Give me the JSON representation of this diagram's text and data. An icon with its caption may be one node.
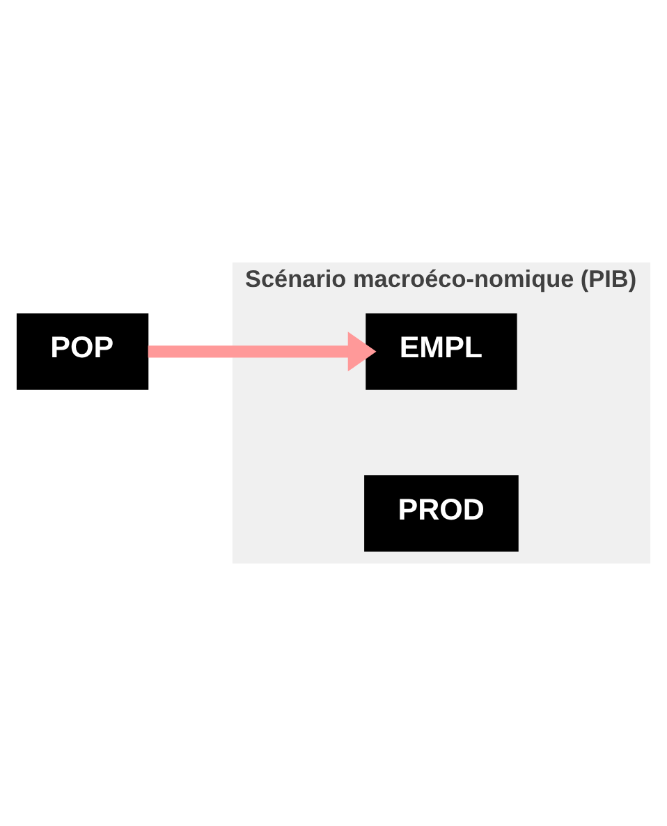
{
  "diagram": {
    "nodes": [
      {
        "text": [
          "POP"
        ]
      },
      {
        "text": [
          "Scénario macroéco-nomique (PIB)"
        ]
      },
      {
        "text": [
          "EMPL"
        ],
        "in": 1
      },
      {
        "text": [
          "PROD"
        ],
        "in": 1
      }
    ],
    "edges": [
      {
        "from": 0,
        "to": 2,
        "arrow": "to",
        "color": "#ff9999"
      }
    ]
  }
}
